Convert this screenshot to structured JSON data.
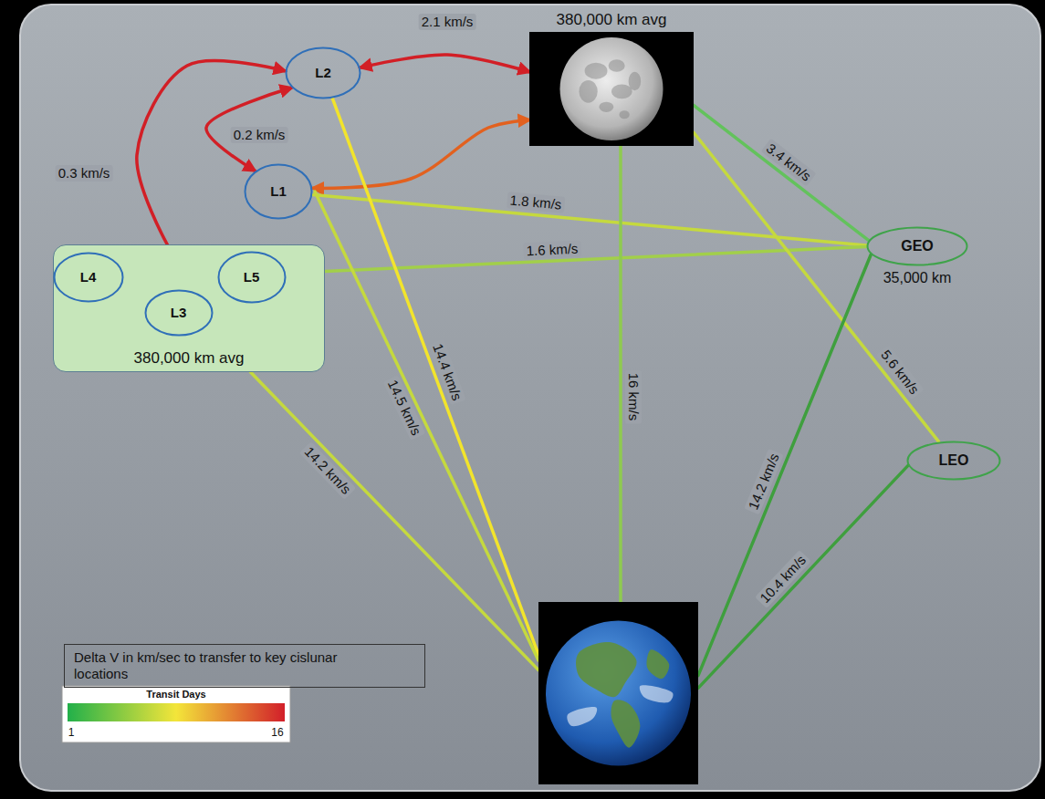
{
  "diagram": {
    "nodes": [
      {
        "text": [
          "L2"
        ]
      },
      {
        "text": [
          "L1"
        ]
      },
      {
        "text": [
          "380,000 km avg"
        ]
      },
      {
        "text": [
          "380,000 km avg"
        ]
      },
      {
        "text": [
          "L4"
        ],
        "in": 3
      },
      {
        "text": [
          "L3"
        ],
        "in": 3
      },
      {
        "text": [
          "L5"
        ],
        "in": 3
      },
      {
        "text": [
          "GEO",
          "35,000 km"
        ]
      },
      {
        "text": [
          "LEO"
        ]
      },
      {
        "text": []
      },
      {
        "text": [
          "Delta V in km/sec to transfer to key cislunar locations"
        ]
      }
    ],
    "edges": [
      {
        "from": 0,
        "to": 2,
        "arrow": "both",
        "label": "2.1 km/s"
      },
      {
        "from": 0,
        "to": 1,
        "arrow": "both",
        "label": "0.2 km/s"
      },
      {
        "from": 3,
        "to": 0,
        "arrow": "to",
        "label": "0.3 km/s"
      },
      {
        "from": 1,
        "to": 2,
        "arrow": "both"
      },
      {
        "from": 1,
        "to": 7,
        "arrow": "none",
        "label": "1.8 km/s"
      },
      {
        "from": 3,
        "to": 7,
        "arrow": "none",
        "label": "1.6 km/s"
      },
      {
        "from": 2,
        "to": 7,
        "arrow": "none",
        "label": "3.4 km/s"
      },
      {
        "from": 0,
        "to": 9,
        "arrow": "none",
        "label": "14.4 km/s"
      },
      {
        "from": 1,
        "to": 9,
        "arrow": "none",
        "label": "14.5 km/s"
      },
      {
        "from": 3,
        "to": 9,
        "arrow": "none",
        "label": "14.2 km/s"
      },
      {
        "from": 2,
        "to": 9,
        "arrow": "none",
        "label": "16 km/s"
      },
      {
        "from": 2,
        "to": 8,
        "arrow": "none",
        "label": "5.6 km/s"
      },
      {
        "from": 7,
        "to": 9,
        "arrow": "none",
        "label": "14.2 km/s"
      },
      {
        "from": 8,
        "to": 9,
        "arrow": "none",
        "label": "10.4 km/s"
      }
    ],
    "labels": [
      "Transit Days",
      "1",
      "16"
    ]
  }
}
